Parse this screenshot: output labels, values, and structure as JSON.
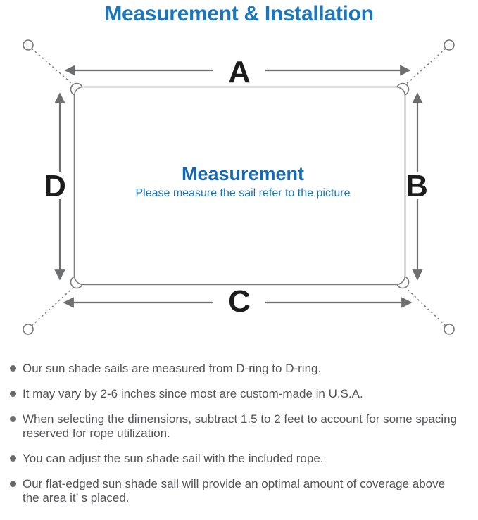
{
  "title": "Measurement & Installation",
  "diagram": {
    "center_title": "Measurement",
    "center_subtitle": "Please measure the sail refer to the picture",
    "labels": {
      "a": "A",
      "b": "B",
      "c": "C",
      "d": "D"
    },
    "colors": {
      "title_blue": "#1b76bc",
      "center_blue": "#1568b1",
      "arrow_gray": "#6d6e70",
      "outline_gray": "#7d7e81",
      "note_gray": "#525356",
      "label_black": "#1c1c1c"
    }
  },
  "notes": {
    "items": [
      "Our sun shade sails are measured from D-ring to D-ring.",
      "It may vary by 2-6 inches since most are custom-made in U.S.A.",
      "When selecting the dimensions, subtract 1.5 to 2 feet to account for some spacing\nreserved for rope utilization.",
      "You can adjust the sun shade sail with the included rope.",
      "Our flat-edged sun shade sail will provide an optimal amount of coverage above\nthe area it’ s placed."
    ]
  }
}
